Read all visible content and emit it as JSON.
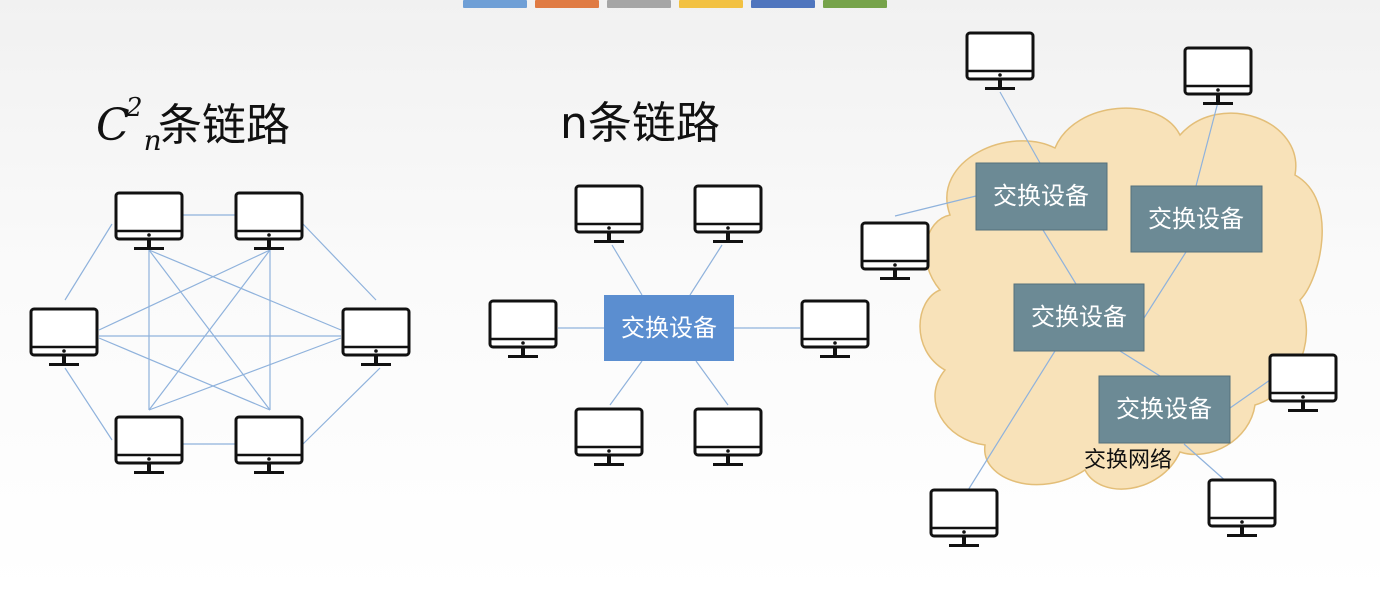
{
  "header_bar_colors": [
    "#6f9fd6",
    "#e07b43",
    "#a5a5a5",
    "#f2c141",
    "#4f75be",
    "#76a34a"
  ],
  "colors": {
    "link": "#8fb2dc",
    "switch_blue": "#5b8ed0",
    "switch_gray": "#6c8a95",
    "cloud_fill": "#f8e2b9",
    "cloud_stroke": "#e3be78"
  },
  "mesh": {
    "title_symbol": "C",
    "title_sub": "n",
    "title_sup": "2",
    "title_text": "条链路"
  },
  "star": {
    "title": "n条链路",
    "switch_label": "交换设备"
  },
  "network": {
    "switch_label": "交换设备",
    "cloud_label": "交换网络"
  }
}
